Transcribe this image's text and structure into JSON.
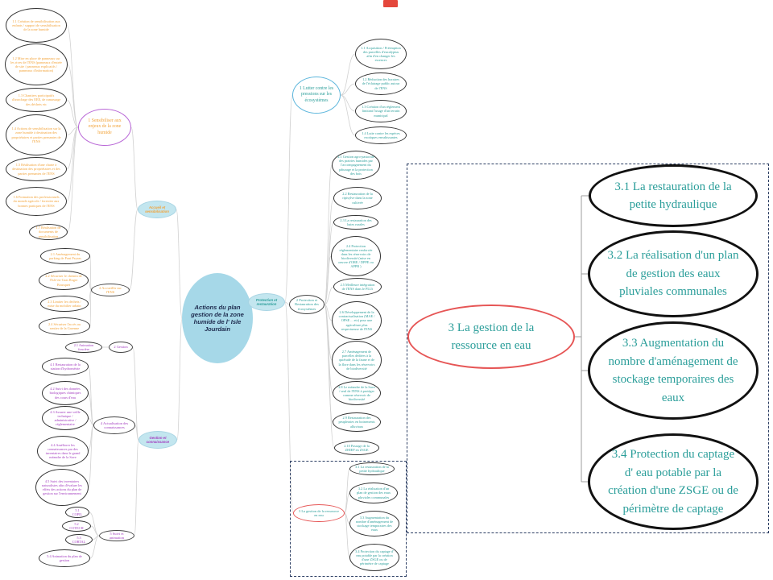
{
  "mindmap": {
    "central_topic": "Actions du plan gestion de la zone humide de l' Isle Jourdain",
    "accueil": {
      "label": "Accueil et sensibilisation",
      "sensibiliser": {
        "label": "1 Sensibiliser aux enjeux de la zone humide",
        "actions": [
          "1.1 Création de sensibilisation aux enfants / support de sensibilisation de la zone humide",
          "1.2 Mise en place de panneaux sur les rives de l'ENS (panneaux d'entrée de site / panneaux explicatifs / panneaux d'information)",
          "1.3 Chantiers participatifs d'arrachage des EEE, de ramassage des déchets etc",
          "1.4 Actions de sensibilisation sur la zone humide à destination des propriétaires et parties prenantes de l'ENS",
          "1.5 Réalisation d'une charte à destination des propriétaires et des parties prenantes de l'ENS",
          "1.6 Formation des professionnels du monde agricole / forestier aux bonnes pratiques de l'ENS",
          "1.7 Réalisation de documents de sensibilisation"
        ]
      },
      "accueillir": {
        "label": "2 Accueillir sur l'ENS",
        "actions": [
          "2.1 Aménagement du parking de Pont Peyras",
          "2.2 Sécuriser le chemin de l'Isle-en-Gras Roger Bousquet",
          "2.3 Limiter les déchets / mise du mobilier urbain",
          "2.4 Sécuriser l'accès au sentier de la Garenne"
        ]
      }
    },
    "protection": {
      "label": "Protection et restauration",
      "lutter": {
        "label": "1 Lutter contre les pressions sur les écosystèmes",
        "actions": [
          "1.1 Acquisition / Préemption des parcelles d'eucalyptus afin d'en changer les essences",
          "1.2 Réduction des horaires de l'éclairage public autour de l'ENS",
          "1.3 Création d'un règlement limitant l'usage d'un terrain municipal",
          "1.4 Lutte contre les espèces exotiques envahissantes"
        ]
      },
      "proteger": {
        "label": "2 Protection et Restauration des écosystèmes",
        "actions": [
          "2.1 Gestion agro-pastorale des prairies humides par l'accompagnement du pâturage et la protection des bois",
          "2.2 Restauration de la ripisylve dans la zone cultivée",
          "2.3 La restauration des haies rurales",
          "2.4 Protection réglementaire renforcée dans les réservoirs de biodiversité (mise en oeuvre d'ORE / DPPE ou APPB )",
          "2.5 Meilleure intégration de l'ENS dans le PLUi",
          "2.6 Développement de la contractualisation (MAE / OPSE ... etc) pour une agriculture plus respectueuse de l'ENS",
          "2.7 Aménagement de parcelles dédiées à la quiétude de la faune et de la flore dans les réservoirs de biodiversité",
          "2.8 Le méandre de la Save / seul de l'ENS à protéger comme réservoir de biodiversité",
          "2.9 Restauration des peupleraies en boisements alluviaux",
          "2.10 Passage de la ZHIEP en ZSGE"
        ]
      },
      "eau": {
        "label": "3 La gestion de la ressource en eau",
        "actions": [
          "3.1 La restauration de la petite hydraulique",
          "3.2 La réalisation d'un plan de gestion des eaux pluviales communales",
          "3.3 Augmentation du nombre d'aménagement de stockage temporaires des eaux",
          "3.4 Protection du captage d' eau potable par la création d'une ZSGE ou de périmètre de captage"
        ]
      }
    },
    "gestion": {
      "label": "Gestion et connaissance",
      "gestion": {
        "label": "2 Gestion",
        "actions": [
          "2.1 Animation foncière"
        ]
      },
      "connaissances": {
        "label": "4 Actualisation des connaissances",
        "actions": [
          "4.1 Restauration de la station d'hydrométrie",
          "4.2 Suivi des données biologiques chimiques des cours d'eau",
          "4.3 Assurer une veille technique / administrative / réglementaire",
          "4.4 Améliorer les connaissances par des inventaires dans le grand méandre de la Save",
          "4.5 Suivi des inventaires naturalistes afin d'évaluer les effets des actions du plan de gestion sur l'environnement"
        ]
      },
      "suivi": {
        "label": "5 Suivi et animation",
        "actions": [
          "5.1 COPIL",
          "5.2 COTECH",
          "5.3 CORTAL",
          "5.4 Animation du plan de gestion"
        ]
      }
    }
  },
  "colors": {
    "accueil_text": "#f2a33a",
    "protection_text": "#2b9e9a",
    "gestion_text": "#a23bbf",
    "central_fill": "#a6d8e8",
    "branch_fill": "#c3e6ef",
    "highlight_border": "#e65555",
    "lutter_border": "#5db6dc",
    "sensibiliser_border": "#b866d6",
    "frame_dashed": "#2c3e63"
  },
  "icons": {
    "logo": "xmind-logo"
  }
}
